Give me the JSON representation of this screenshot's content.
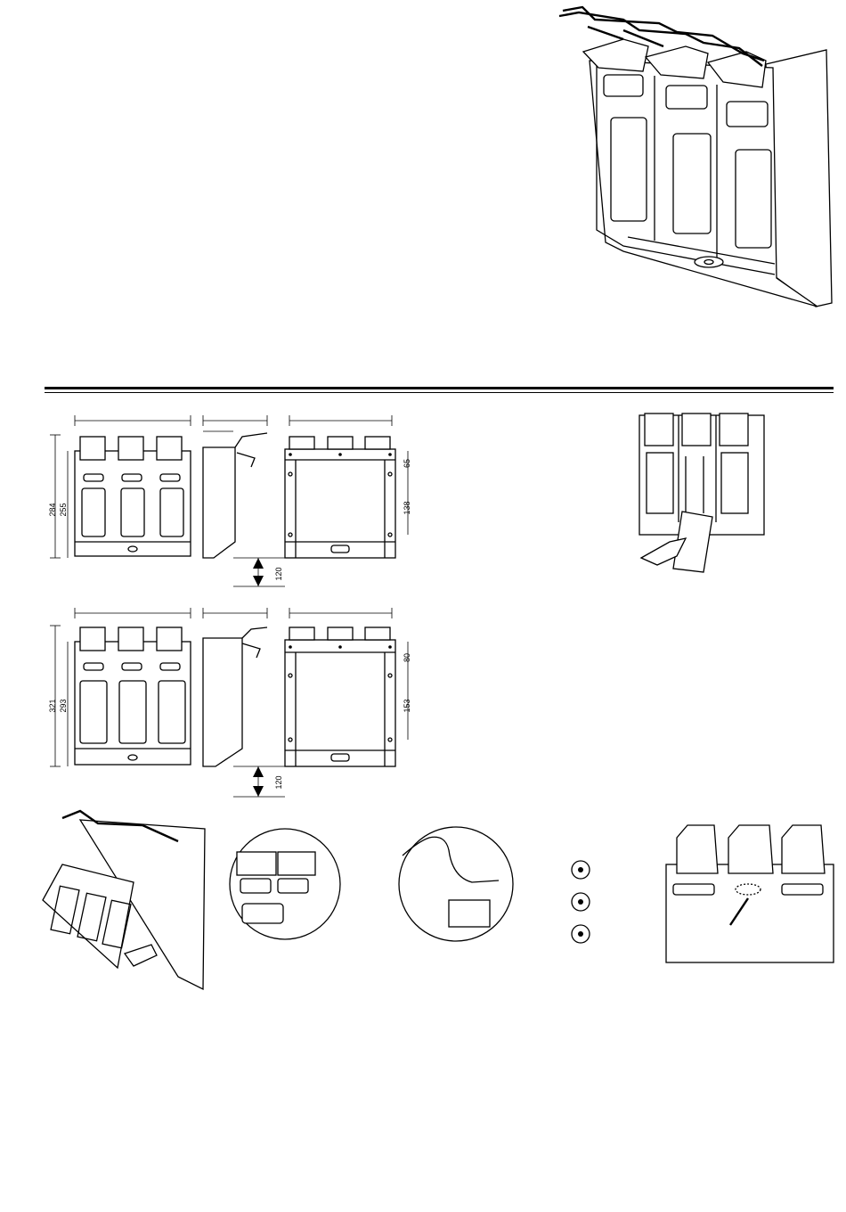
{
  "document": {
    "figures": [
      "hero-dispenser",
      "dimensions",
      "installation-steps"
    ]
  },
  "dimensions": {
    "small": {
      "total_height": "284",
      "inner_height": "255",
      "top_offset": "65",
      "hole_spacing": "138",
      "bottom_clearance": "120"
    },
    "large": {
      "total_height": "321",
      "inner_height": "293",
      "top_offset": "80",
      "hole_spacing": "153",
      "bottom_clearance": "120"
    }
  },
  "icons": {
    "hero": "dispenser-illustration",
    "insert": "bottle-insert-illustration",
    "tabs": "key-tab-icon"
  }
}
